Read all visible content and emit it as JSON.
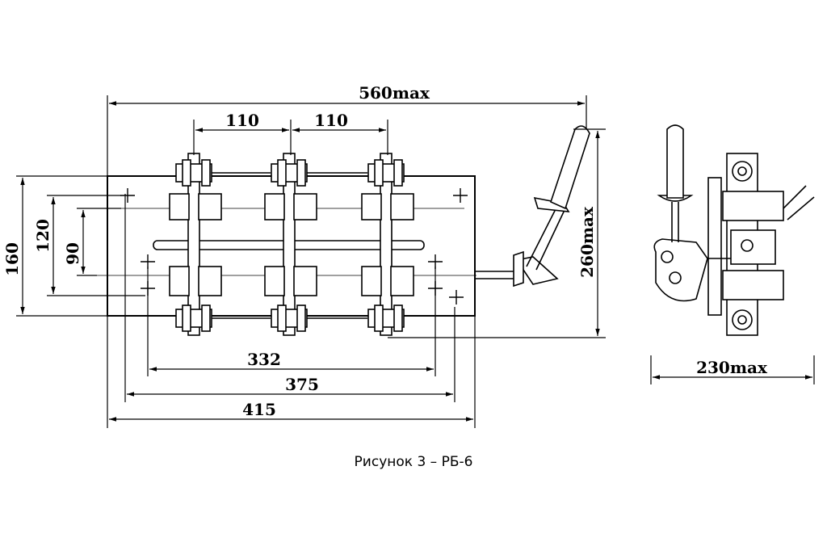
{
  "caption": "Рисунок 3 –  РБ-6",
  "front_view": {
    "dimensions": {
      "overall_width": "560max",
      "pitch_left": "110",
      "pitch_right": "110",
      "height_260": "260max",
      "height_160": "160",
      "height_120": "120",
      "height_90": "90",
      "holes_332": "332",
      "holes_375": "375",
      "base_415": "415"
    }
  },
  "side_view": {
    "dimensions": {
      "depth": "230max"
    }
  },
  "colors": {
    "line": "#000000",
    "background": "#ffffff"
  }
}
